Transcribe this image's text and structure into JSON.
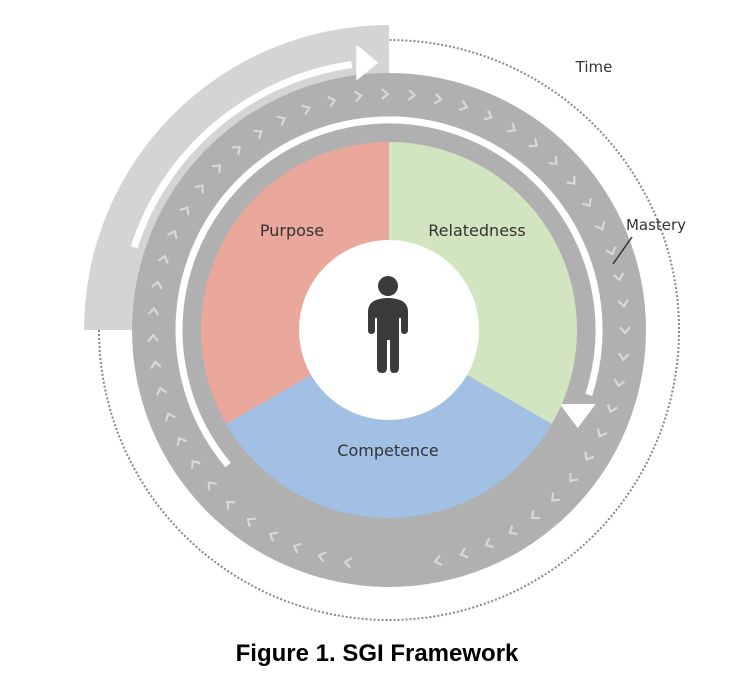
{
  "figure": {
    "caption": "Figure 1. SGI Framework",
    "center_icon": "person-icon",
    "segments": [
      {
        "id": "purpose",
        "label": "Purpose",
        "color": "#eaa79c",
        "start_deg": -90,
        "end_deg": -210
      },
      {
        "id": "relatedness",
        "label": "Relatedness",
        "color": "#d1e6c0",
        "start_deg": -90,
        "end_deg": 30
      },
      {
        "id": "competence",
        "label": "Competence",
        "color": "#a2c0e3",
        "start_deg": 30,
        "end_deg": 150
      }
    ],
    "labels": {
      "time": "Time",
      "mastery": "Mastery"
    },
    "colors": {
      "ring": "#b0b0b0",
      "outer_arrow": "#d4d4d4",
      "chevron": "#d8d8d8",
      "dotted": "#888888",
      "person": "#3b3b3b"
    }
  }
}
